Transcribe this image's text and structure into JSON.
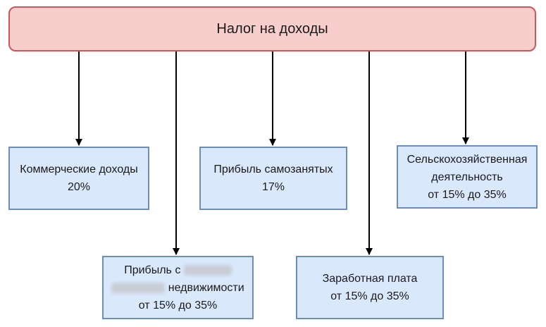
{
  "root": {
    "label": "Налог на доходы"
  },
  "nodes": {
    "commercial": {
      "title": "Коммерческие доходы",
      "rate": "20%"
    },
    "self_employed": {
      "title": "Прибыль самозанятых",
      "rate": "17%"
    },
    "agricultural": {
      "title_line1": "Сельскохозяйственная",
      "title_line2": "деятельность",
      "rate": "от 15% до 35%"
    },
    "real_estate": {
      "title_prefix": "Прибыль с",
      "title_suffix": "недвижимости",
      "rate": "от 15% до 35%"
    },
    "salary": {
      "title": "Заработная плата",
      "rate": "от 15% до 35%"
    }
  },
  "colors": {
    "root_fill": "#f8cecc",
    "root_stroke": "#c9585a",
    "node_fill": "#dae8fc",
    "node_stroke": "#6c8ebf",
    "edge": "#000000"
  }
}
